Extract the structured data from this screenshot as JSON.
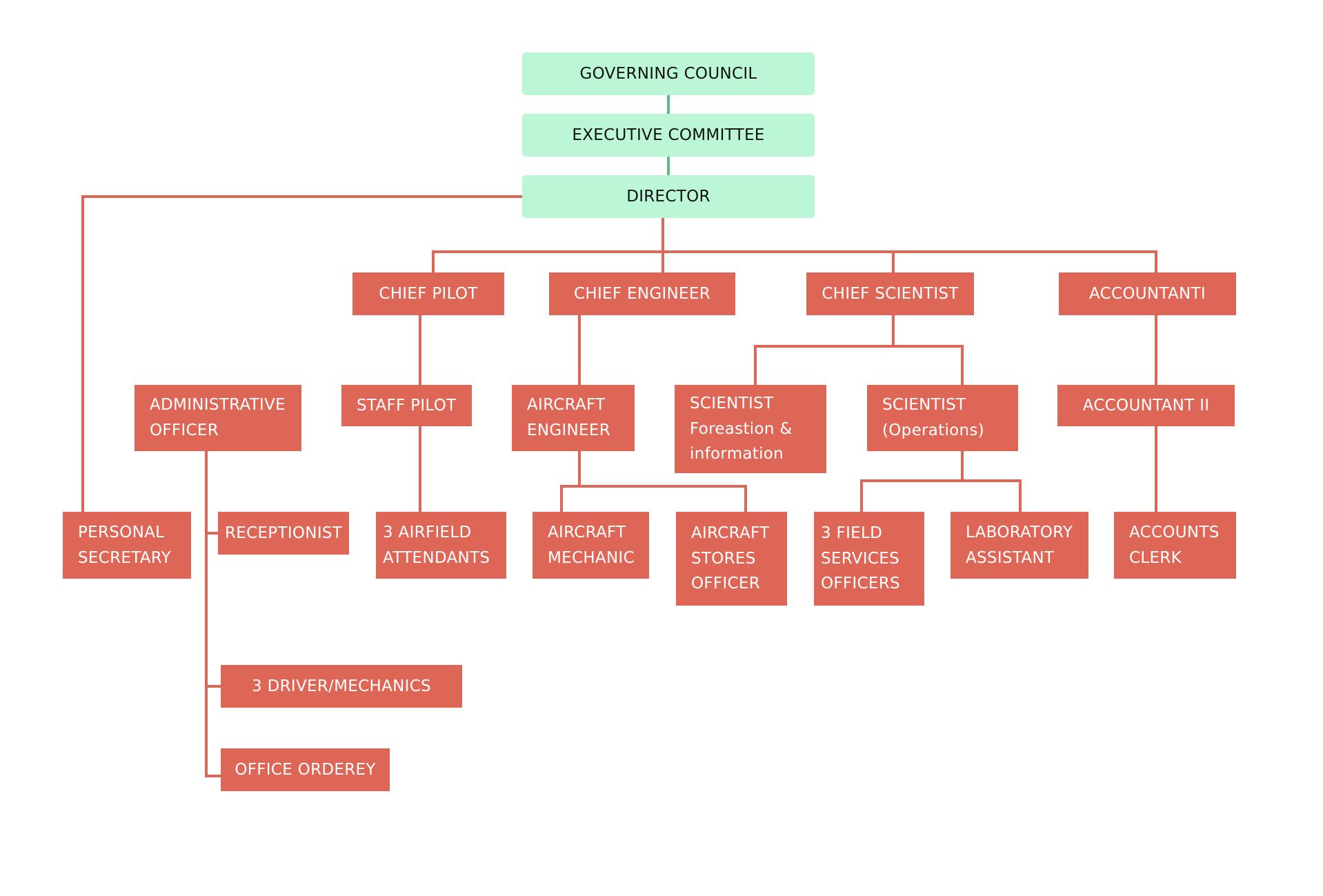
{
  "colors": {
    "executive_fill": "#bbf7d6",
    "executive_link": "#5dbb86",
    "staff_fill": "#dd6657",
    "staff_link": "#dd6657",
    "staff_text": "#ffffff",
    "executive_text": "#111111"
  },
  "org_chart": {
    "nodes": [
      {
        "id": "governing-council",
        "label": "GOVERNING COUNCIL",
        "level": "executive"
      },
      {
        "id": "executive-committee",
        "label": "EXECUTIVE COMMITTEE",
        "level": "executive"
      },
      {
        "id": "director",
        "label": "DIRECTOR",
        "level": "executive"
      },
      {
        "id": "chief-pilot",
        "label": "CHIEF PILOT",
        "level": "staff"
      },
      {
        "id": "chief-engineer",
        "label": "CHIEF ENGINEER",
        "level": "staff"
      },
      {
        "id": "chief-scientist",
        "label": "CHIEF SCIENTIST",
        "level": "staff"
      },
      {
        "id": "accountant-1",
        "label": "ACCOUNTANTI",
        "level": "staff"
      },
      {
        "id": "administrative-officer",
        "label": "ADMINISTRATIVE\nOFFICER",
        "level": "staff"
      },
      {
        "id": "staff-pilot",
        "label": "STAFF PILOT",
        "level": "staff"
      },
      {
        "id": "aircraft-engineer",
        "label": "AIRCRAFT\nENGINEER",
        "level": "staff"
      },
      {
        "id": "scientist-forecasting",
        "label": "SCIENTIST\nForeastion &\ninformation",
        "level": "staff"
      },
      {
        "id": "scientist-operations",
        "label": "SCIENTIST\n(Operations)",
        "level": "staff"
      },
      {
        "id": "accountant-2",
        "label": "ACCOUNTANT II",
        "level": "staff"
      },
      {
        "id": "personal-secretary",
        "label": "PERSONAL\nSECRETARY",
        "level": "staff"
      },
      {
        "id": "receptionist",
        "label": "RECEPTIONIST",
        "level": "staff"
      },
      {
        "id": "airfield-attendants",
        "label": "3 AIRFIELD\nATTENDANTS",
        "level": "staff"
      },
      {
        "id": "aircraft-mechanic",
        "label": "AIRCRAFT\nMECHANIC",
        "level": "staff"
      },
      {
        "id": "aircraft-stores-officer",
        "label": "AIRCRAFT\nSTORES\nOFFICER",
        "level": "staff"
      },
      {
        "id": "field-services-officers",
        "label": "3 FIELD\nSERVICES\nOFFICERS",
        "level": "staff"
      },
      {
        "id": "laboratory-assistant",
        "label": "LABORATORY\nASSISTANT",
        "level": "staff"
      },
      {
        "id": "accounts-clerk",
        "label": "ACCOUNTS\nCLERK",
        "level": "staff"
      },
      {
        "id": "driver-mechanics",
        "label": "3 DRIVER/MECHANICS",
        "level": "staff"
      },
      {
        "id": "office-orderey",
        "label": "OFFICE ORDEREY",
        "level": "staff"
      }
    ],
    "edges": [
      {
        "from": "governing-council",
        "to": "executive-committee"
      },
      {
        "from": "executive-committee",
        "to": "director"
      },
      {
        "from": "director",
        "to": "personal-secretary"
      },
      {
        "from": "director",
        "to": "chief-pilot"
      },
      {
        "from": "director",
        "to": "chief-engineer"
      },
      {
        "from": "director",
        "to": "chief-scientist"
      },
      {
        "from": "director",
        "to": "accountant-1"
      },
      {
        "from": "chief-pilot",
        "to": "staff-pilot"
      },
      {
        "from": "staff-pilot",
        "to": "airfield-attendants"
      },
      {
        "from": "chief-engineer",
        "to": "aircraft-engineer"
      },
      {
        "from": "aircraft-engineer",
        "to": "aircraft-mechanic"
      },
      {
        "from": "aircraft-engineer",
        "to": "aircraft-stores-officer"
      },
      {
        "from": "chief-scientist",
        "to": "scientist-forecasting"
      },
      {
        "from": "chief-scientist",
        "to": "scientist-operations"
      },
      {
        "from": "scientist-operations",
        "to": "field-services-officers"
      },
      {
        "from": "scientist-operations",
        "to": "laboratory-assistant"
      },
      {
        "from": "accountant-1",
        "to": "accountant-2"
      },
      {
        "from": "accountant-2",
        "to": "accounts-clerk"
      },
      {
        "from": "administrative-officer",
        "to": "receptionist"
      },
      {
        "from": "administrative-officer",
        "to": "driver-mechanics"
      },
      {
        "from": "administrative-officer",
        "to": "office-orderey"
      }
    ]
  }
}
